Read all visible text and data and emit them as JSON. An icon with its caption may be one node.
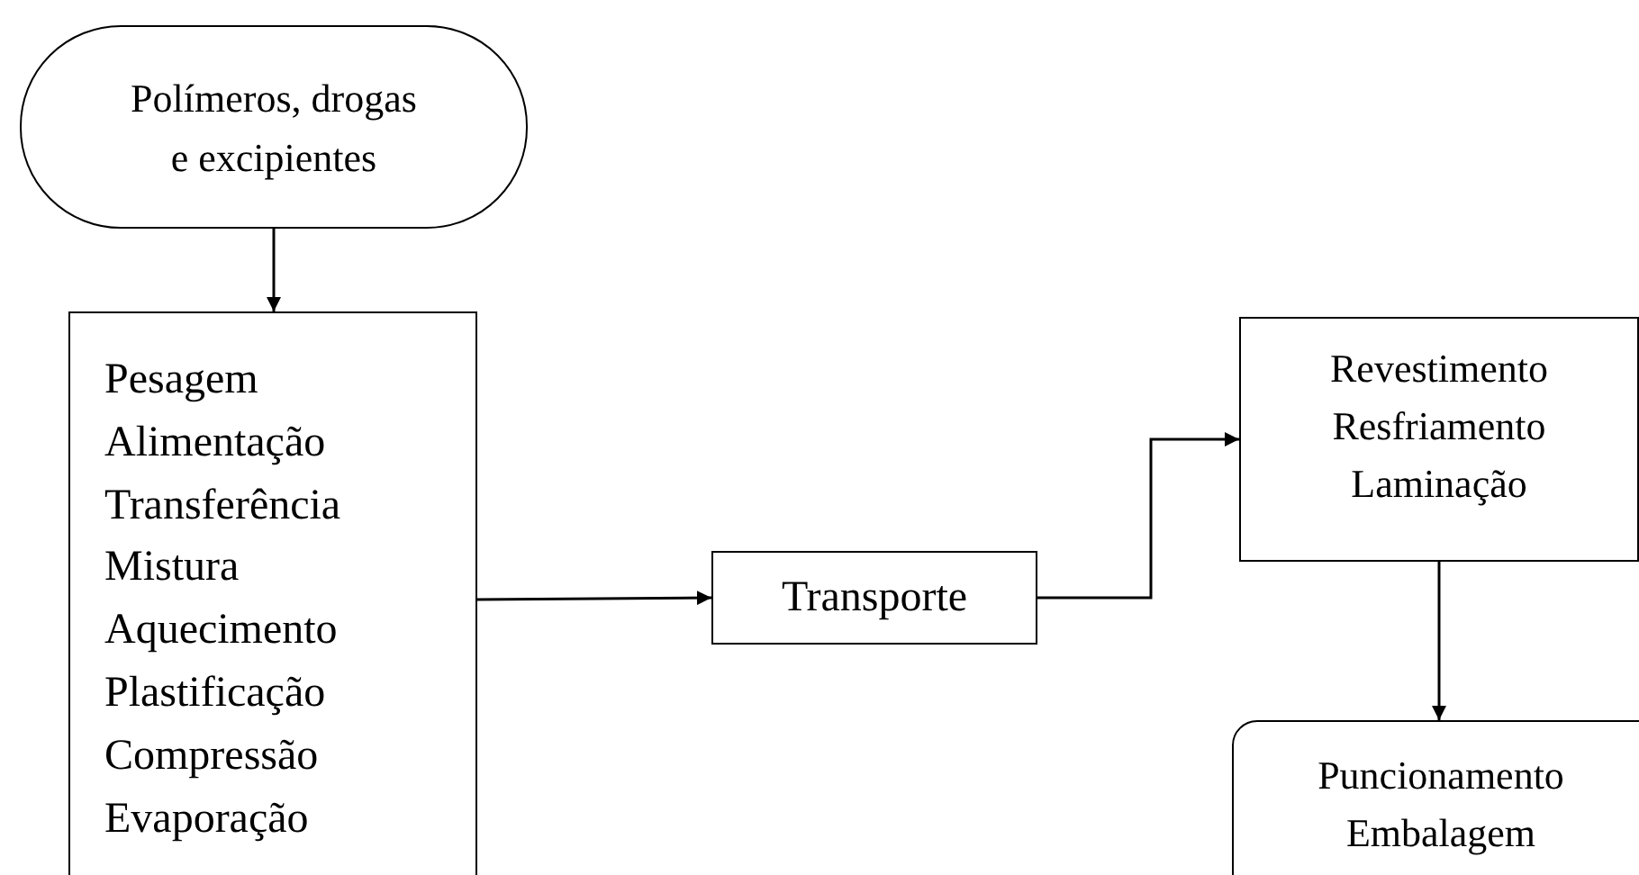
{
  "diagram": {
    "nodes": [
      {
        "text": [
          "Polímeros, drogas e excipientes"
        ]
      },
      {
        "text": [
          "Pesagem",
          "Alimentação",
          "Transferência",
          "Mistura",
          "Aquecimento",
          "Plastificação",
          "Compressão",
          "Evaporação"
        ]
      },
      {
        "text": [
          "Transporte"
        ]
      },
      {
        "text": [
          "Revestimento",
          "Resfriamento",
          "Laminação"
        ]
      },
      {
        "text": [
          "Puncionamento",
          "Embalagem"
        ]
      }
    ],
    "edges": [
      {
        "from": 0,
        "to": 1,
        "arrow": "to"
      },
      {
        "from": 1,
        "to": 2,
        "arrow": "to"
      },
      {
        "from": 2,
        "to": 3,
        "arrow": "to"
      },
      {
        "from": 3,
        "to": 4,
        "arrow": "to"
      }
    ]
  }
}
